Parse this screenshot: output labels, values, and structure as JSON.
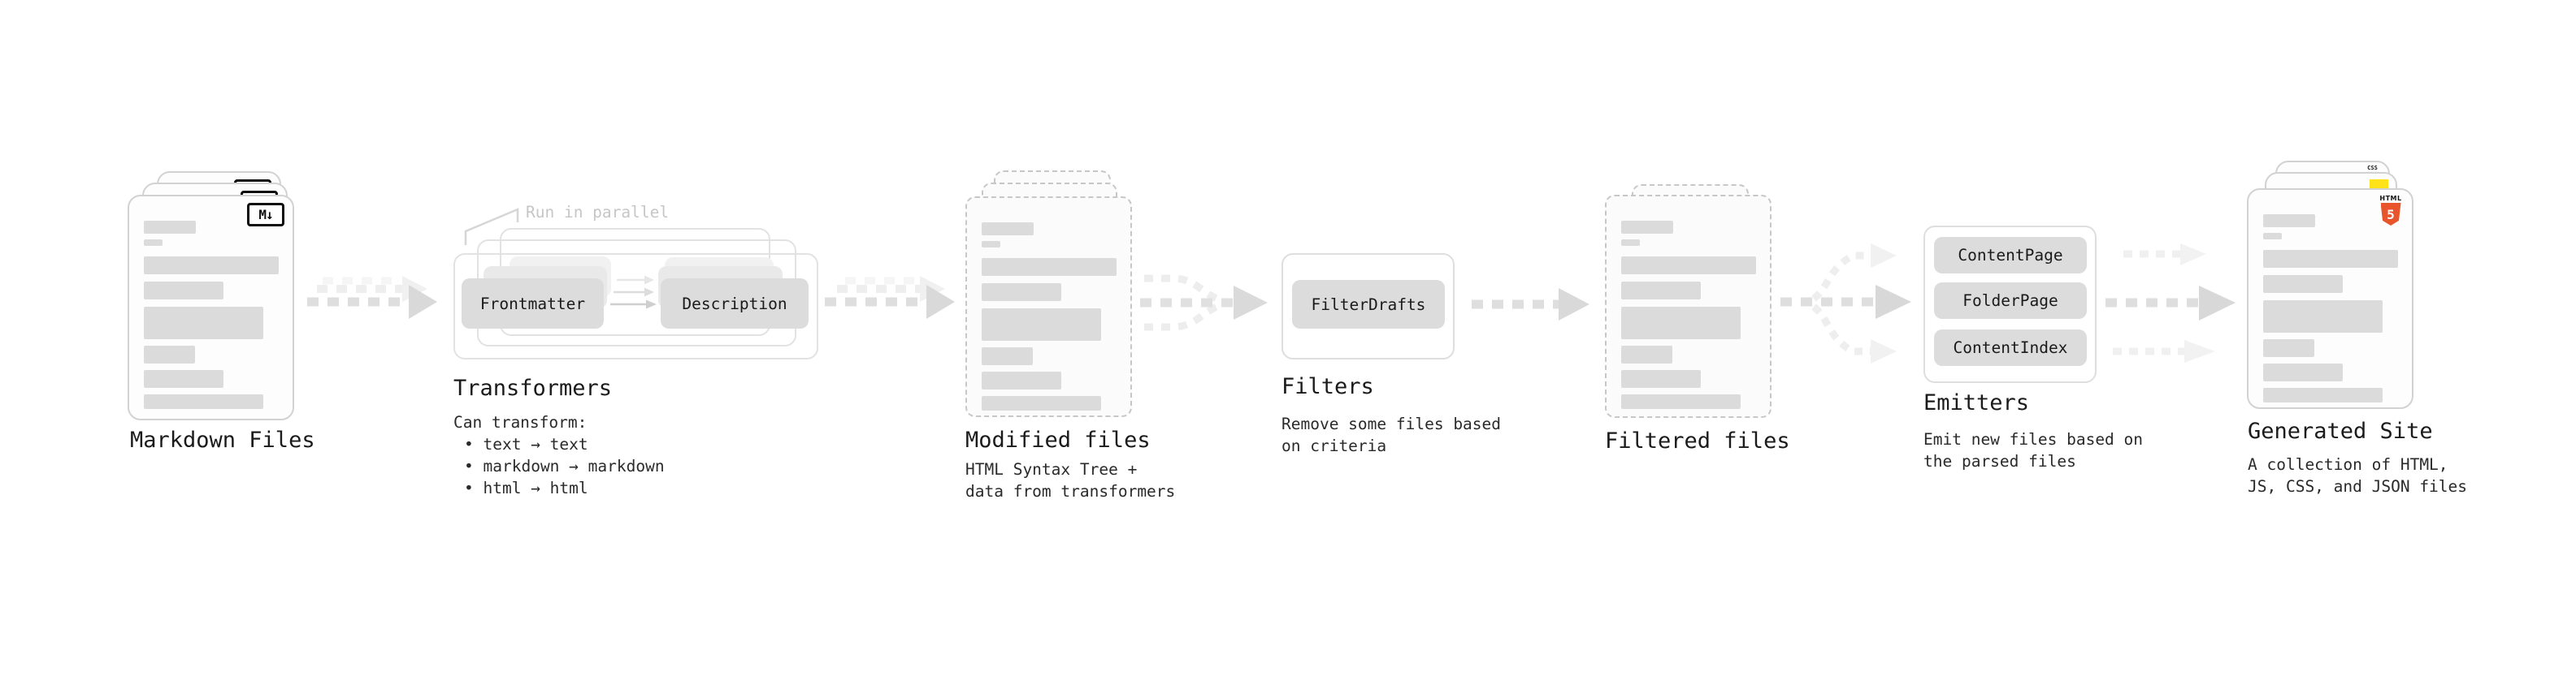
{
  "stages": {
    "markdown": {
      "title": "Markdown Files",
      "badge": "M↓"
    },
    "transformers": {
      "title": "Transformers",
      "annotation": "Run in parallel",
      "left_box": "Frontmatter",
      "right_box": "Description",
      "caption_intro": "Can transform:",
      "bullet_char": "•",
      "bullets": [
        "text → text",
        "markdown → markdown",
        "html → html"
      ]
    },
    "modified_files": {
      "title": "Modified files",
      "caption": [
        "HTML Syntax Tree +",
        "data from transformers"
      ]
    },
    "filters": {
      "title": "Filters",
      "box": "FilterDrafts",
      "caption": [
        "Remove some files based",
        "on criteria"
      ]
    },
    "filtered_files": {
      "title": "Filtered files"
    },
    "emitters": {
      "title": "Emitters",
      "boxes": [
        "ContentPage",
        "FolderPage",
        "ContentIndex"
      ],
      "caption": [
        "Emit new files based on",
        "the parsed files"
      ]
    },
    "generated_site": {
      "title": "Generated Site",
      "caption": [
        "A collection of HTML,",
        "JS, CSS, and JSON files"
      ],
      "html_badge_label": "HTML",
      "html_badge_number": "5",
      "css_badge_label": "CSS"
    }
  },
  "colors": {
    "html5_orange": "#e8542b",
    "js_yellow": "#ffe31a",
    "css_blue": "#2d62f5",
    "bar_gray": "#dbdbdb",
    "arrow_gray": "#dadada",
    "arrow_light": "#f0f0f0"
  }
}
